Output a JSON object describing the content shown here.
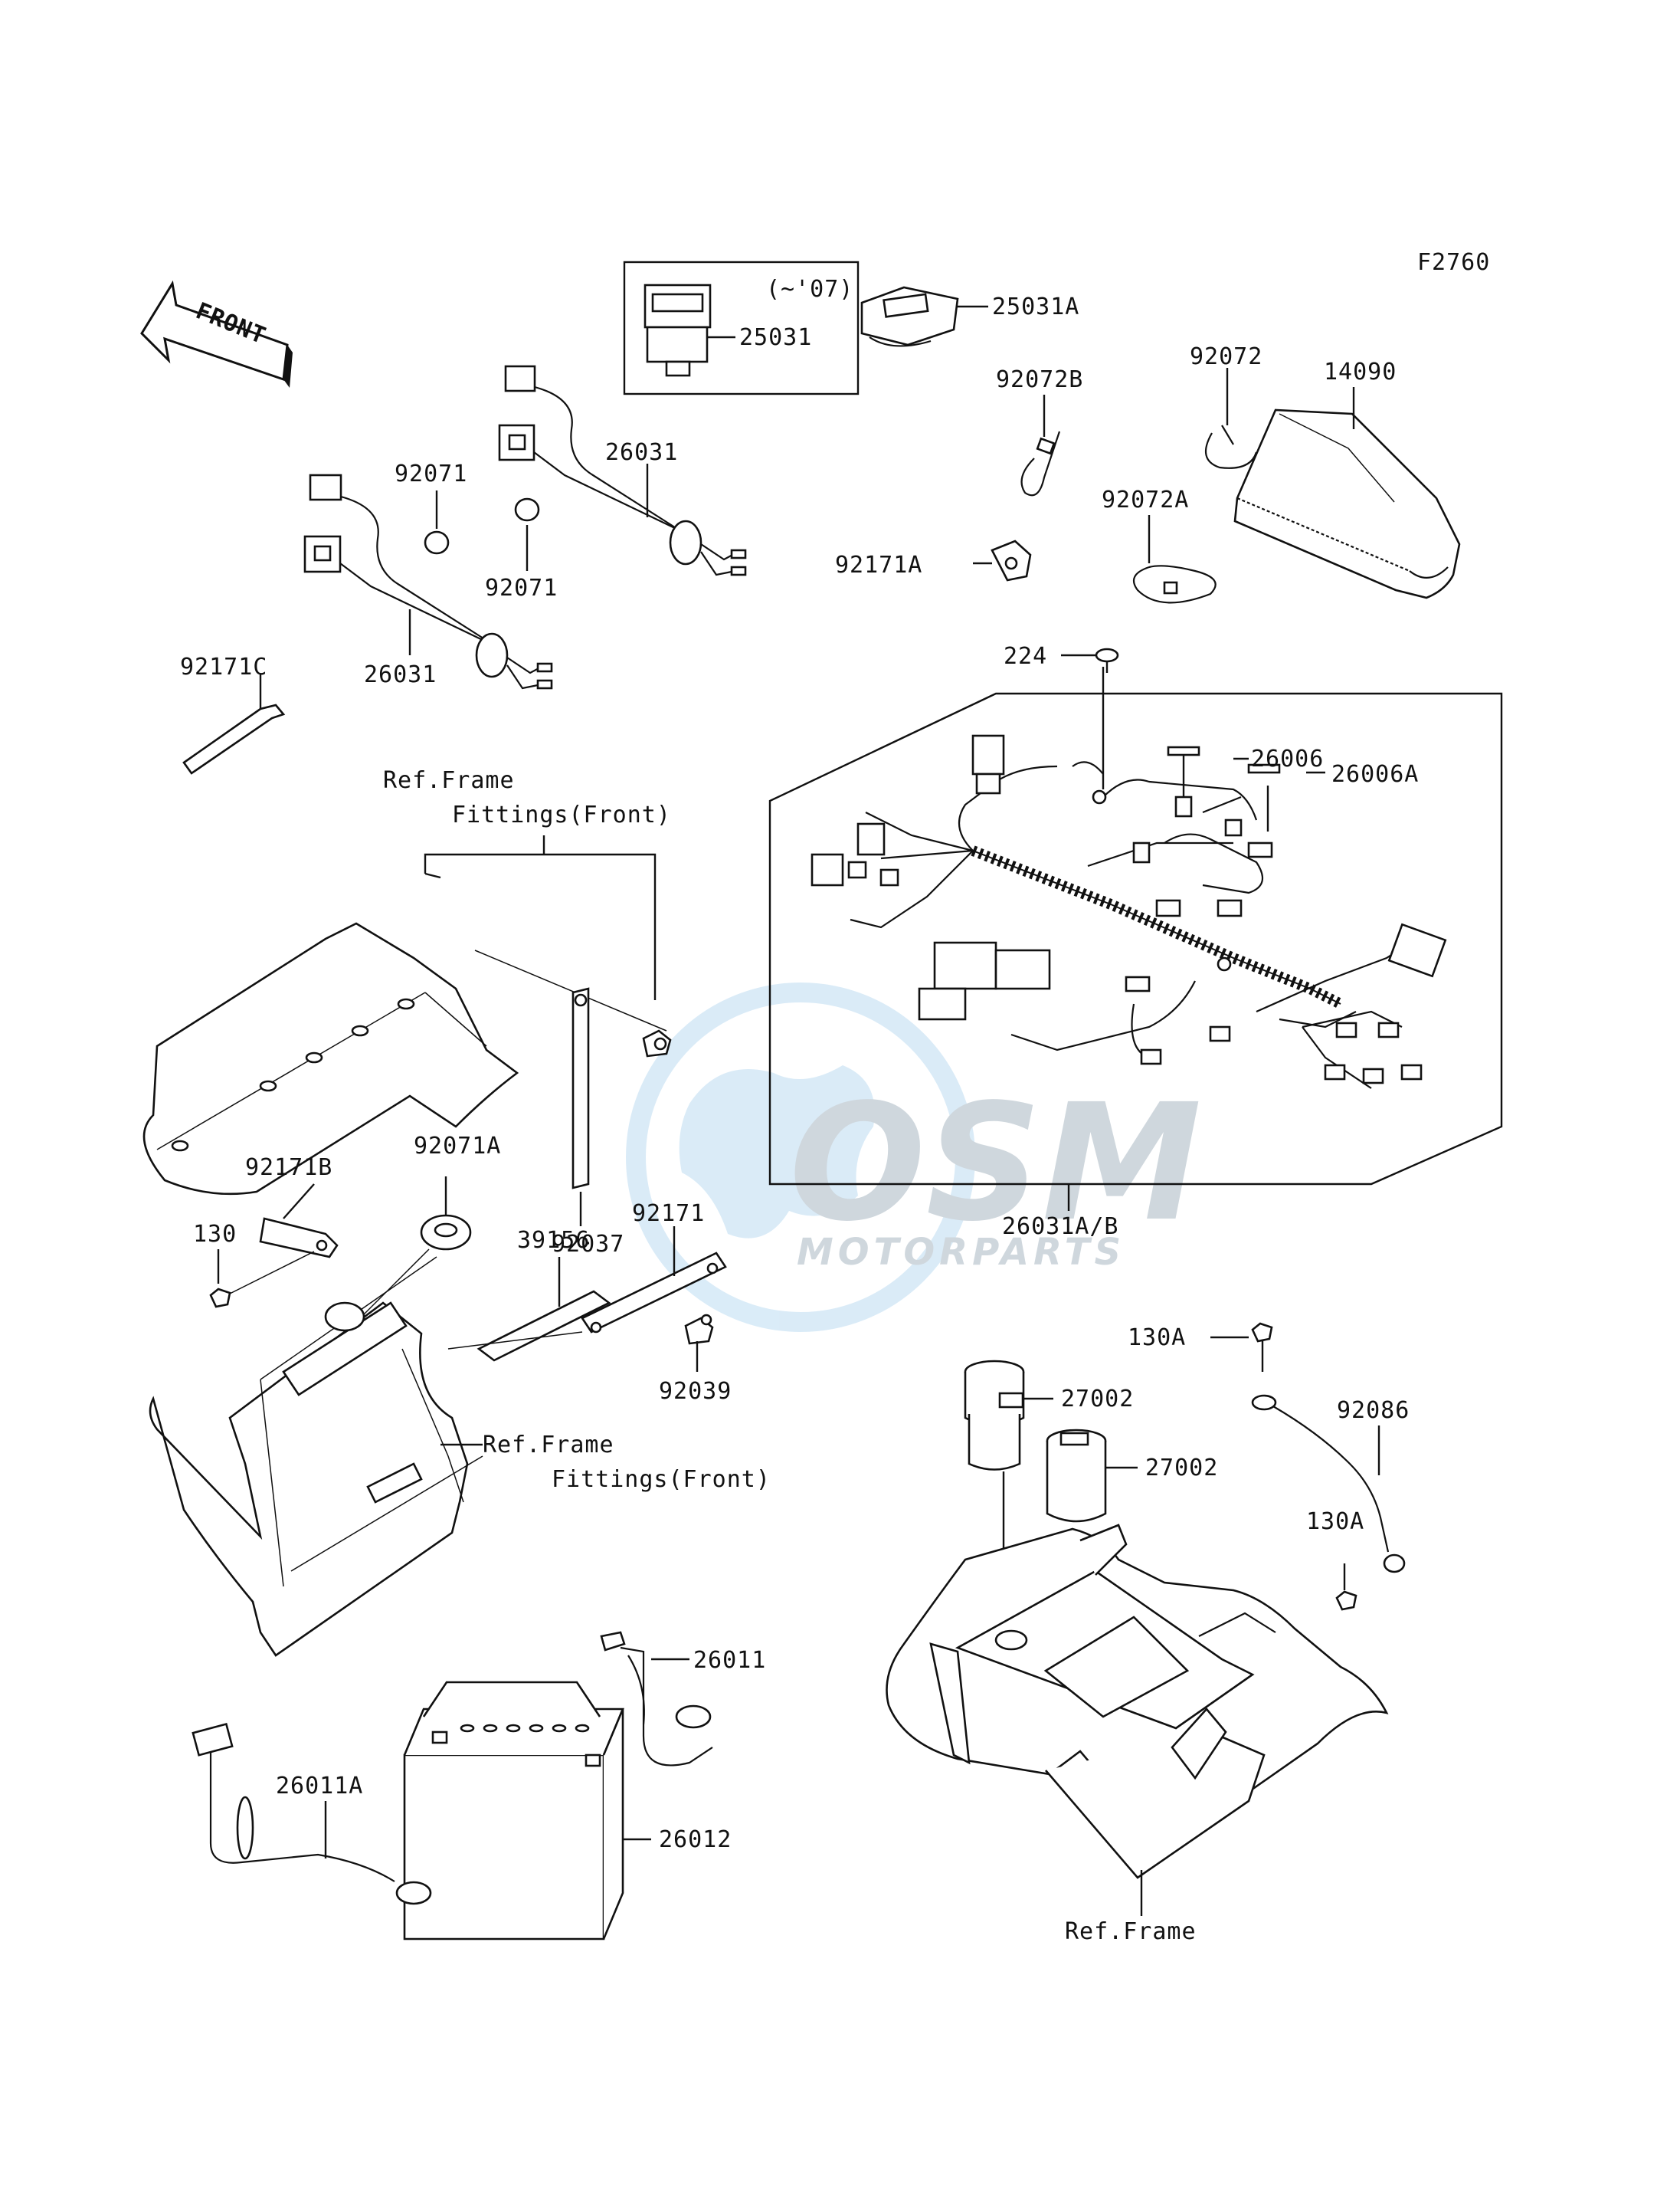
{
  "figure_code": "F2760",
  "front_arrow_text": "FRONT",
  "watermark": {
    "brand": "OSM",
    "tagline": "MOTORPARTS",
    "color": "#9ec9ea"
  },
  "callouts": [
    {
      "id": "c-25031",
      "text": "25031"
    },
    {
      "id": "c-till07",
      "text": "(~'07)"
    },
    {
      "id": "c-25031A",
      "text": "25031A"
    },
    {
      "id": "c-92072B",
      "text": "92072B"
    },
    {
      "id": "c-92072",
      "text": "92072"
    },
    {
      "id": "c-14090",
      "text": "14090"
    },
    {
      "id": "c-92072A",
      "text": "92072A"
    },
    {
      "id": "c-92171A",
      "text": "92171A"
    },
    {
      "id": "c-26031-top",
      "text": "26031"
    },
    {
      "id": "c-92071-top",
      "text": "92071"
    },
    {
      "id": "c-92071-mid",
      "text": "92071"
    },
    {
      "id": "c-26031-low",
      "text": "26031"
    },
    {
      "id": "c-92171C",
      "text": "92171C"
    },
    {
      "id": "c-224",
      "text": "224"
    },
    {
      "id": "c-26006",
      "text": "26006"
    },
    {
      "id": "c-26006A",
      "text": "26006A"
    },
    {
      "id": "c-26031AB",
      "text": "26031A/B"
    },
    {
      "id": "c-refframe1a",
      "text": "Ref.Frame"
    },
    {
      "id": "c-refframe1b",
      "text": "Fittings(Front)"
    },
    {
      "id": "c-92037",
      "text": "92037"
    },
    {
      "id": "c-92171B",
      "text": "92171B"
    },
    {
      "id": "c-92071A",
      "text": "92071A"
    },
    {
      "id": "c-130",
      "text": "130"
    },
    {
      "id": "c-39156",
      "text": "39156"
    },
    {
      "id": "c-92171",
      "text": "92171"
    },
    {
      "id": "c-92039",
      "text": "92039"
    },
    {
      "id": "c-refframe2a",
      "text": "Ref.Frame"
    },
    {
      "id": "c-refframe2b",
      "text": "Fittings(Front)"
    },
    {
      "id": "c-130A-top",
      "text": "130A"
    },
    {
      "id": "c-27002-a",
      "text": "27002"
    },
    {
      "id": "c-92086",
      "text": "92086"
    },
    {
      "id": "c-27002-b",
      "text": "27002"
    },
    {
      "id": "c-130A-low",
      "text": "130A"
    },
    {
      "id": "c-26011",
      "text": "26011"
    },
    {
      "id": "c-26011A",
      "text": "26011A"
    },
    {
      "id": "c-26012",
      "text": "26012"
    },
    {
      "id": "c-refframe3",
      "text": "Ref.Frame"
    }
  ]
}
